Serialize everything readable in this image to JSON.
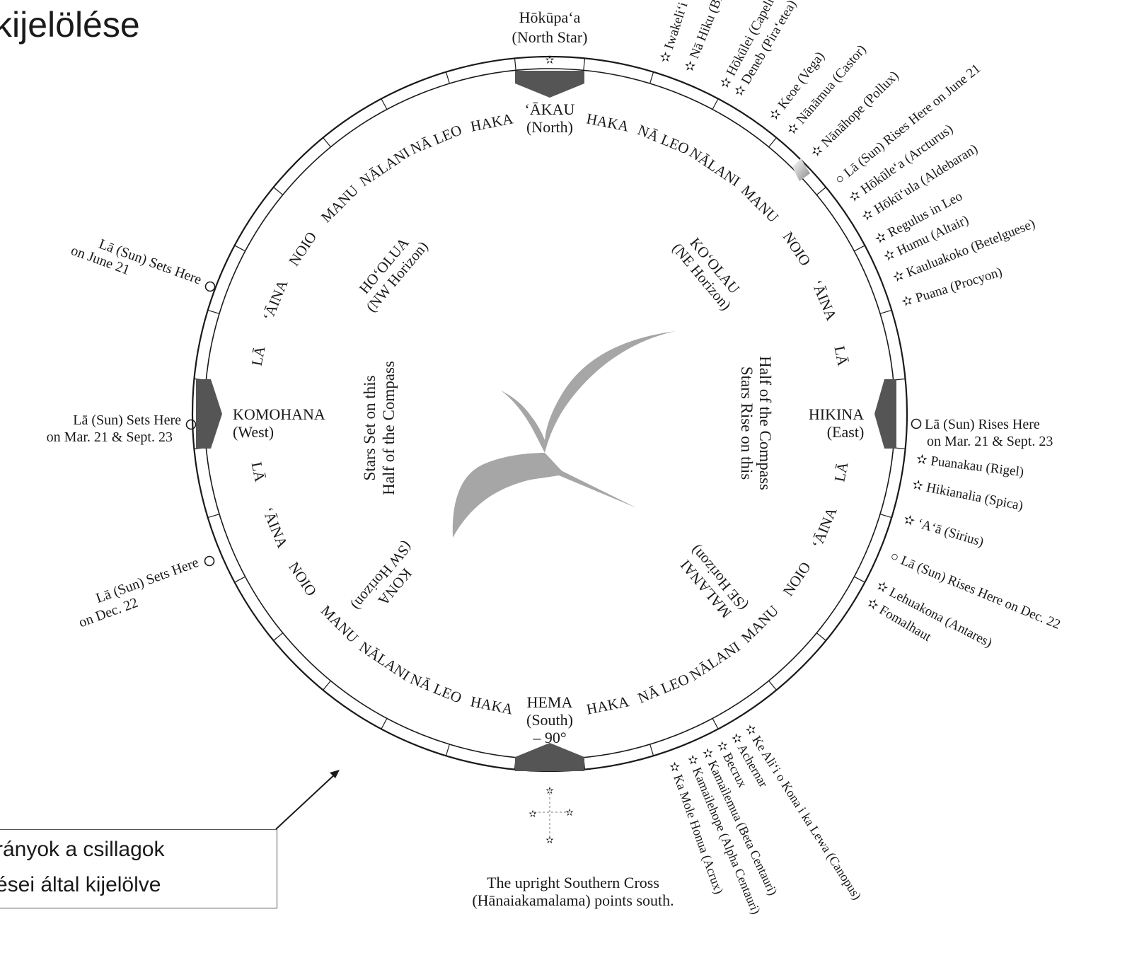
{
  "slide": {
    "title": "kijelölése",
    "callout_line1": "rányok a csillagok",
    "callout_line2": "ései által kijelölve"
  },
  "compass": {
    "north_star": "Hōkūpa‘a",
    "north_star_en": "(North Star)",
    "north": "‘ĀKAU",
    "north_en": "(North)",
    "south": "HEMA",
    "south_en": "(South)",
    "south_deg": "– 90°",
    "east": "HIKINA",
    "east_en": "(East)",
    "west": "KOMOHANA",
    "west_en": "(West)",
    "ne_horizon": "KO‘OLAU",
    "ne_horizon_en": "(NE Horizon)",
    "nw_horizon": "HO‘OLUA",
    "nw_horizon_en": "(NW Horizon)",
    "se_horizon": "MALANAI",
    "se_horizon_en": "(SE Horizon)",
    "sw_horizon": "KONA",
    "sw_horizon_en": "(SW Horizon)",
    "rise_half_1": "Stars Rise on this",
    "rise_half_2": "Half of the Compass",
    "set_half_1": "Stars Set on this",
    "set_half_2": "Half of the Compass",
    "southern_cross_1": "The upright Southern Cross",
    "southern_cross_2": "(Hānaiakamalama) points south.",
    "houses": {
      "haka": "HAKA",
      "na_leo": "NĀ LEO",
      "nalani": "NĀLANI",
      "manu": "MANU",
      "noio": "NOIO",
      "aina": "‘ĀINA",
      "la": "LĀ"
    },
    "sun_labels": {
      "sets_june_1": "Lā (Sun) Sets Here",
      "sets_june_2": "on June 21",
      "sets_equinox_1": "Lā (Sun) Sets Here",
      "sets_equinox_2": "on Mar. 21 & Sept. 23",
      "sets_dec_1": "Lā (Sun) Sets Here",
      "sets_dec_2": "on Dec. 22",
      "rises_equinox_1": "Lā (Sun) Rises Here",
      "rises_equinox_2": "on Mar. 21 & Sept. 23"
    },
    "east_stars": [
      "Iwakeli‘i (Cassiopeia)",
      "Nā Hiku (Big Dipper)",
      "Hōkūlei (Capella)",
      "Deneb (Pira‘etea)",
      "Keoe (Vega)",
      "Nānāmua (Castor)",
      "Nānāhope (Pollux)",
      "Lā (Sun) Rises Here on June 21",
      "Hōkūle‘a (Arcturus)",
      "Hōkū‘ula (Aldebaran)",
      "Regulus in Leo",
      "Humu (Altair)",
      "Kauluakoko (Betelguese)",
      "Puana (Procyon)",
      "Puanakau (Rigel)",
      "Hikianalia (Spica)",
      "‘A‘ā (Sirius)",
      "Lā (Sun) Rises Here on Dec. 22",
      "Lehuakona (Antares)",
      "Fomalhaut"
    ],
    "south_stars": [
      "Ke Ali‘i o Kona i ka Lewa (Canopus)",
      "Achernar",
      "Becrux",
      "Kamailemua (Beta Centauri)",
      "Kamailehope (Alpha Centauri)",
      "Ka Mole Honua (Acrux)"
    ]
  }
}
